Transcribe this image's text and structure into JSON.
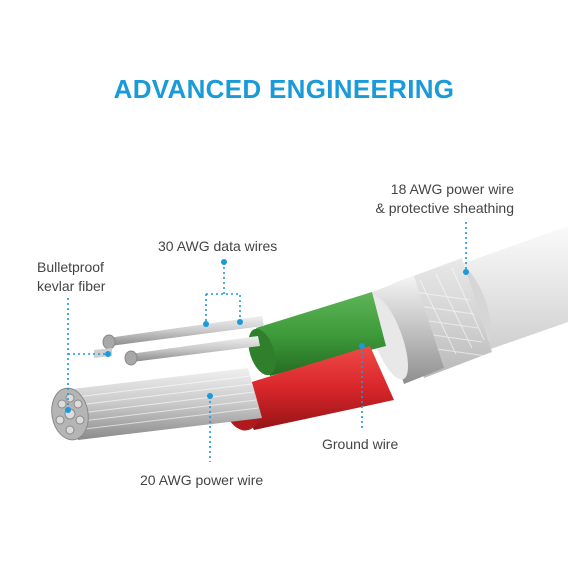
{
  "title": "ADVANCED ENGINEERING",
  "colors": {
    "accent": "#1a9ad9",
    "label_text": "#444444",
    "green_wire": "#3e9b3a",
    "red_wire": "#d8262a",
    "cable_jacket": "#eeeeee",
    "conductor": "#c9c9c9"
  },
  "labels": {
    "power18_line1": "18 AWG power wire",
    "power18_line2": "& protective sheathing",
    "data30": "30 AWG data wires",
    "kevlar_line1": "Bulletproof",
    "kevlar_line2": "kevlar fiber",
    "ground": "Ground wire",
    "power20": "20 AWG power wire"
  }
}
